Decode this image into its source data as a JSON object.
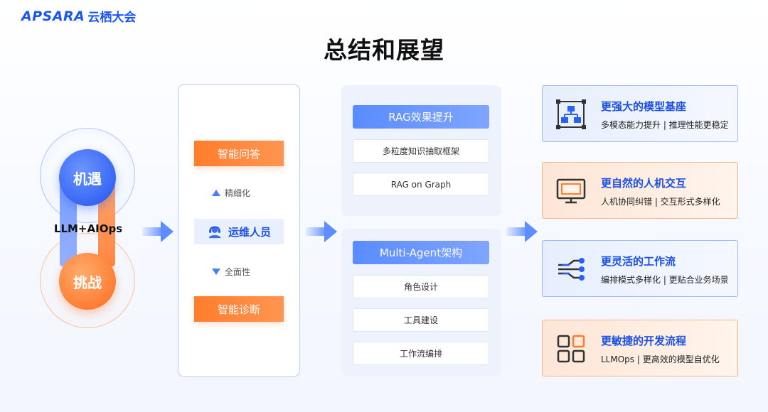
{
  "logo": {
    "en": "APSARA",
    "cn": "云栖大会"
  },
  "title": "总结和展望",
  "left": {
    "top_circle": "机遇",
    "bottom_circle": "挑战",
    "center_label": "LLM+AIOps"
  },
  "middle": {
    "top_button": "智能问答",
    "up_label": "精细化",
    "ops_label": "运维人员",
    "down_label": "全面性",
    "bottom_button": "智能诊断"
  },
  "center": {
    "rag": {
      "header": "RAG效果提升",
      "items": [
        "多粒度知识抽取框架",
        "RAG on Graph"
      ]
    },
    "agent": {
      "header": "Multi-Agent架构",
      "items": [
        "角色设计",
        "工具建设",
        "工作流编排"
      ]
    }
  },
  "cards": [
    {
      "title": "更强大的模型基座",
      "subtitle": "多模态能力提升 | 推理性能更稳定",
      "icon": "hierarchy-icon",
      "theme": "blue"
    },
    {
      "title": "更自然的人机交互",
      "subtitle": "人机协同纠错 | 交互形式多样化",
      "icon": "monitor-icon",
      "theme": "orange"
    },
    {
      "title": "更灵活的工作流",
      "subtitle": "编排模式多样化 | 更贴合业务场景",
      "icon": "workflow-icon",
      "theme": "blue"
    },
    {
      "title": "更敏捷的开发流程",
      "subtitle": "LLMOps | 更高效的模型自优化",
      "icon": "grid-icon",
      "theme": "orange"
    }
  ],
  "colors": {
    "brand_blue": "#1b55f5",
    "accent_orange": "#ff7d2c"
  }
}
